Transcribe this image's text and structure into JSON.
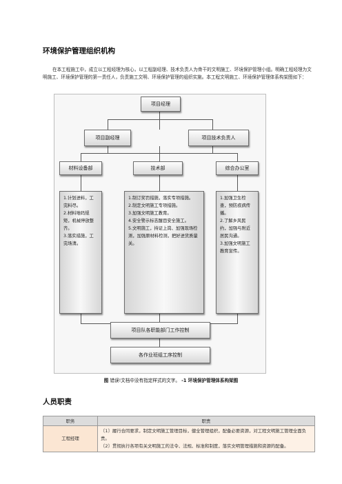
{
  "heading": "环境保护管理组织机构",
  "intro": "在本工程施工中，成立以工程经理为核心，以工程副经理、技术负责人为骨干的文明施工、环境保护管理小组。明确工程经理为文明施工、环境保护管理的第一责任人，负责施工文明、环境保护管理的组织实施。本工程文明施工、环境保护管理体系构架图如下：",
  "org": {
    "manager": "项目经理",
    "deputy": "项目副经理",
    "tech_lead": "项目技术负责人",
    "dept_materials": "材料设备部",
    "dept_tech": "技术部",
    "dept_office": "综合办公室",
    "materials_duties": [
      "1.计划进料，工完料尽。",
      "2.材料堆码规矩，机械停放整齐。",
      "3.落实措施，工完场清。"
    ],
    "tech_duties": [
      "1.制订奖罚措施，落实专项措施。",
      "2.制定文明施工专项措施。",
      "3.加强文明施工教育。",
      "4.安全警示标志醒目安全施工。",
      "5.文明施工，持证上岗、加强现场检测，加强原材料检测，把好进货质量关。"
    ],
    "office_duties": [
      "1.加强卫生检查，预防疾病传播。",
      "2.了解乡风民约，加强与附近居民沟通。",
      "3.加强文明施工教育宣传。"
    ],
    "team_control": "项目队各职能部门工作控制",
    "process_control": "各作业班组工序控制"
  },
  "caption": {
    "prefix": "图",
    "error": "错误!文档中没有指定样式的文字。",
    "title": "-1 环境保护管理体系构架图"
  },
  "section2": "人员职责",
  "table": {
    "col_role": "职务",
    "col_duty": "职责",
    "rows": [
      {
        "role": "工程经理",
        "duties": [
          "〔1〕履行合同要求，制定文明施工管理目标，健全管理组织，配备必要资源，对工程文明施工管理全面负责。",
          "〔2〕贯彻执行各项有关文明施工的法令、法规、标准和制度，落实文明管理措施和资源的配备。"
        ]
      }
    ]
  }
}
